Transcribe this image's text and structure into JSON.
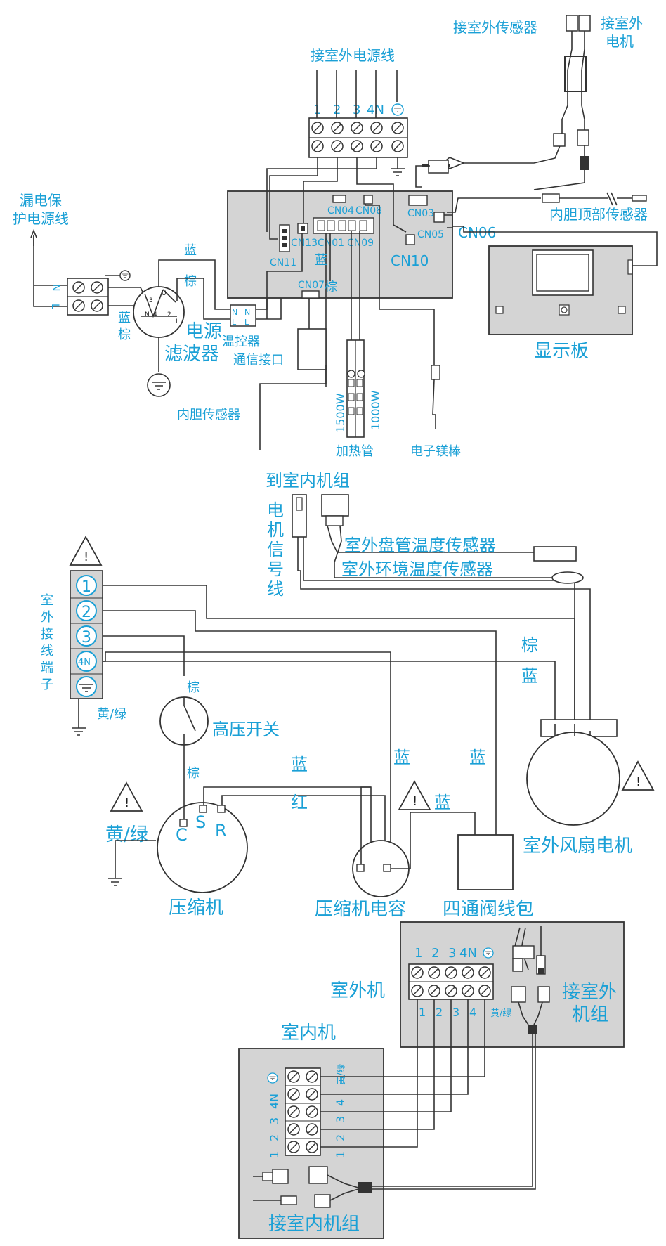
{
  "top": {
    "outdoor_sensor": "接室外传感器",
    "outdoor_motor_1": "接室外",
    "outdoor_motor_2": "电机",
    "outdoor_power_line": "接室外电源线",
    "power_terminals": [
      "1",
      "2",
      "3",
      "4N"
    ],
    "leakage_1": "漏电保",
    "leakage_2": "护电源线",
    "n_label": "N",
    "l_label": "L",
    "blue": "蓝",
    "brown": "棕",
    "filter_1": "电源",
    "filter_2": "滤波器",
    "thermostat_1": "温控器",
    "thermostat_2": "通信接口",
    "cn13": "CN13",
    "cn01": "CN01",
    "cn04": "CN04",
    "cn08": "CN08",
    "cn09": "CN09",
    "cn03": "CN03",
    "cn05": "CN05",
    "cn06": "CN06",
    "cn10": "CN10",
    "cn11": "CN11",
    "cn07": "CN07",
    "tank_top_sensor": "内胆顶部传感器",
    "display_board": "显示板",
    "tank_sensor": "内胆传感器",
    "w1500": "1500W",
    "w1000": "1000W",
    "heater": "加热管",
    "anode": "电子镁棒",
    "nl_n": "N",
    "nl_l": "L"
  },
  "middle": {
    "to_indoor": "到室内机组",
    "motor_signal": [
      "电",
      "机",
      "信",
      "号",
      "线"
    ],
    "coil_sensor": "室外盘管温度传感器",
    "ambient_sensor": "室外环境温度传感器",
    "terminal_block": [
      "室",
      "外",
      "接",
      "线",
      "端",
      "子"
    ],
    "terminals": [
      "1",
      "2",
      "3",
      "4N"
    ],
    "yellow_green": "黄/绿",
    "brown": "棕",
    "blue": "蓝",
    "red": "红",
    "hp_switch": "高压开关",
    "compressor": "压缩机",
    "c": "C",
    "s": "S",
    "r": "R",
    "capacitor": "压缩机电容",
    "valve_coil": "四通阀线包",
    "fan_motor": "室外风扇电机",
    "warning": "!"
  },
  "bottom": {
    "outdoor_unit": "室外机",
    "outdoor_terminals_top": [
      "1",
      "2",
      "3",
      "4N"
    ],
    "outdoor_terminals_bottom": [
      "1",
      "2",
      "3",
      "4"
    ],
    "yellow_green": "黄/绿",
    "connect_outdoor_1": "接室外",
    "connect_outdoor_2": "机组",
    "indoor_unit": "室内机",
    "indoor_left": [
      "4N",
      "3",
      "2",
      "1"
    ],
    "indoor_right_yg": "黄/绿",
    "indoor_right": [
      "4",
      "3",
      "2",
      "1"
    ],
    "connect_indoor": "接室内机组"
  }
}
